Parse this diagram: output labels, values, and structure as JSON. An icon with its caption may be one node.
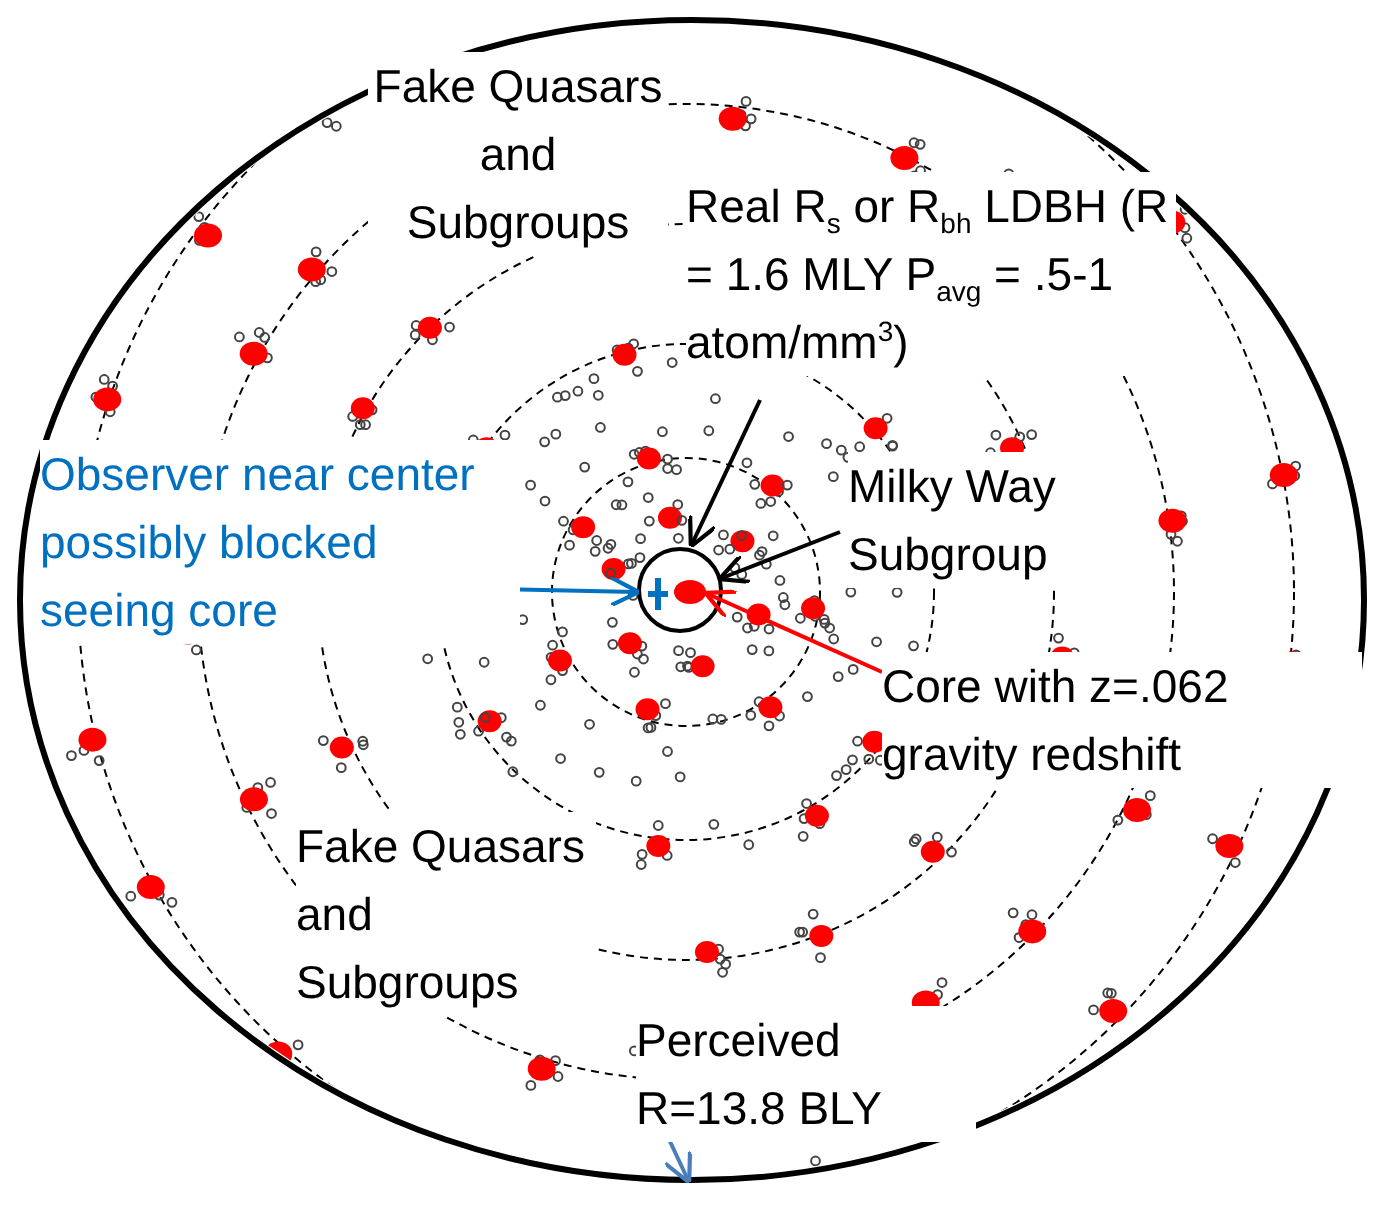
{
  "diagram": {
    "nodes": [
      {
        "text": [],
        "shape": "ellipse"
      },
      {
        "text": [
          "Real R$_{s}$ or R$_{bh}$ LDBH (R = 1.6 MLY P$_{avg}$ = .5-1 atom/mm$^{3}$)"
        ],
        "in": 0
      },
      {
        "text": [
          "Milky Way Subgroup"
        ],
        "in": 0
      },
      {
        "text": [
          "Observer near center possibly blocked seeing core"
        ],
        "in": 0
      },
      {
        "text": [],
        "shape": "circle",
        "in": 0
      },
      {
        "text": [],
        "shape": "dot",
        "in": 4
      },
      {
        "text": [
          "Core with z=.062 gravity redshift"
        ],
        "in": 0
      },
      {
        "text": [
          "Perceived R=13.8 BLY"
        ],
        "in": 0
      }
    ],
    "edges": [
      {
        "from": 1,
        "to": 4,
        "arrow": "to"
      },
      {
        "from": 2,
        "to": 4,
        "arrow": "to"
      },
      {
        "from": 3,
        "to": 4,
        "arrow": "to",
        "color": "#0070c0"
      },
      {
        "from": 6,
        "to": 5,
        "arrow": "to",
        "color": "#ff0000"
      },
      {
        "from": 7,
        "to": 0,
        "arrow": "to",
        "color": "#4a7ebb"
      }
    ],
    "labels": [
      "Fake Quasars and Subgroups",
      "Fake Quasars and Subgroups"
    ]
  }
}
